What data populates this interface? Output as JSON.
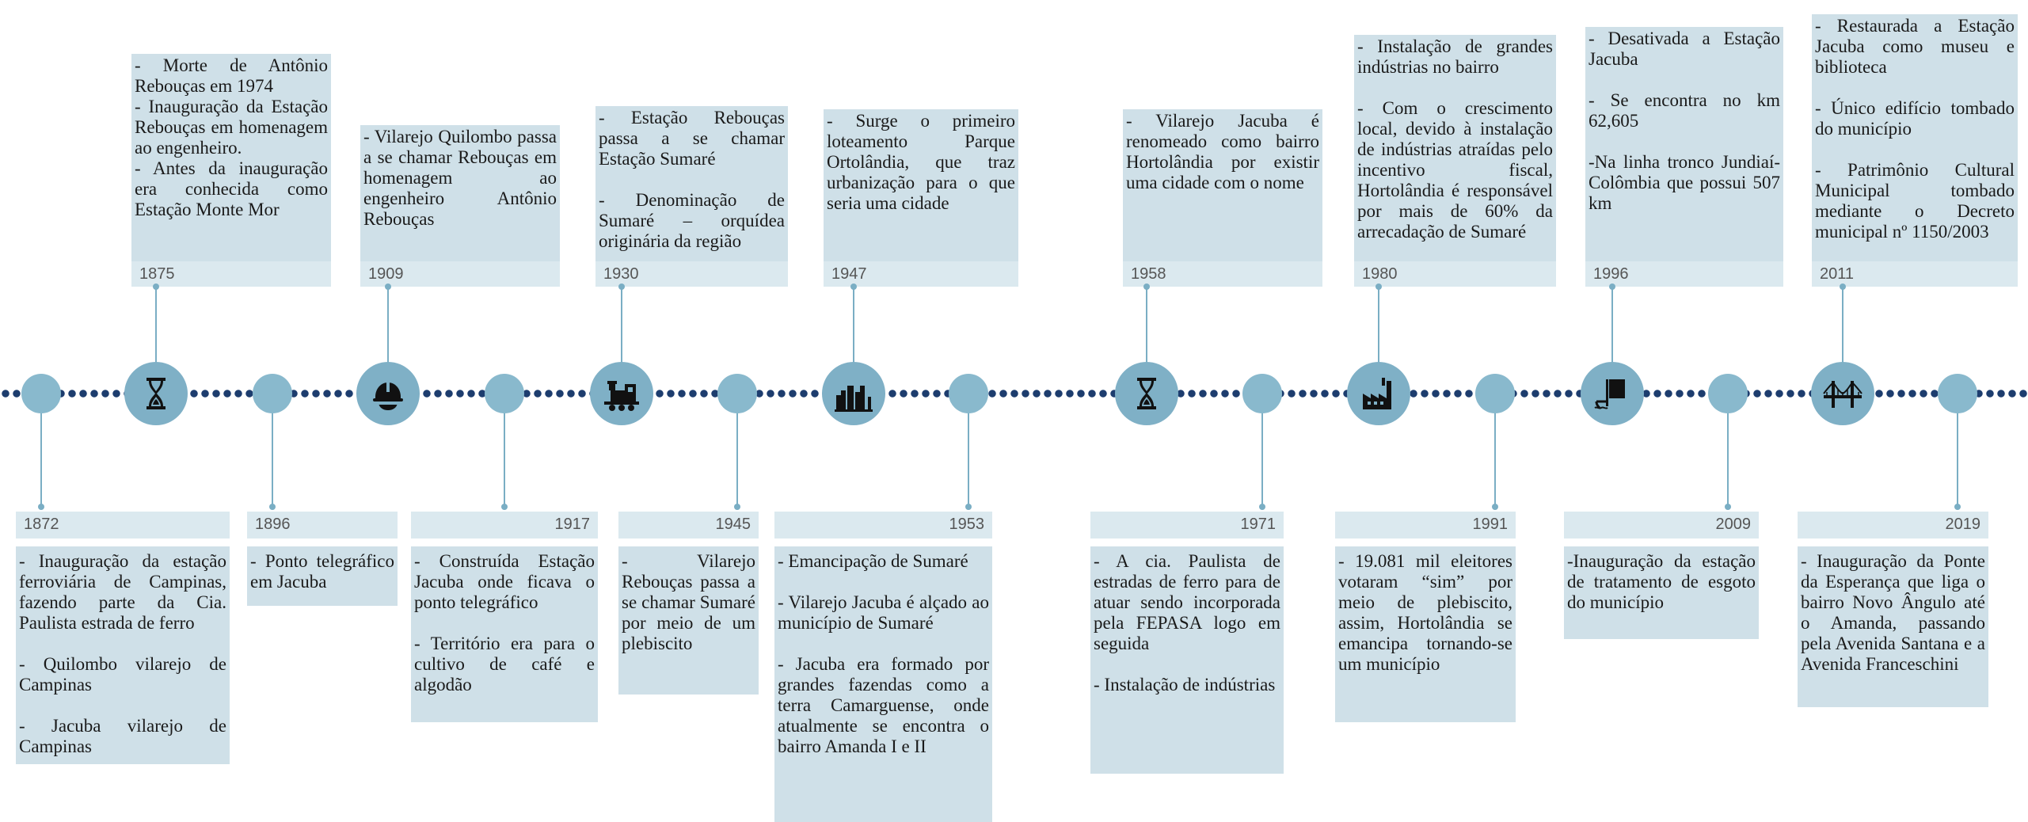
{
  "colors": {
    "card_fill": "#cfe0e8",
    "year_band_fill": "#dbe9ef",
    "circle_fill": "#7fb0c6",
    "connector": "#7aaec4",
    "timeline_dots": "#1d3d6e",
    "icon_color": "#111111"
  },
  "milestones": [
    {
      "id": "m1872",
      "year": "1872",
      "side": "below",
      "paragraphs": [
        "- Inauguração da estação ferroviária de Campinas, fazendo parte da Cia. Paulista estrada de ferro",
        "- Quilombo vilarejo de Campinas",
        "- Jacuba vilarejo de Campinas"
      ]
    },
    {
      "id": "m1875",
      "year": "1875",
      "side": "above",
      "icon": "hourglass-icon",
      "paragraphs": [
        "- Morte de Antônio Rebouças em 1974\n- Inauguração da Estação Rebouças em homenagem ao engenheiro.\n- Antes da inauguração era conhecida como Estação Monte Mor"
      ]
    },
    {
      "id": "m1896",
      "year": "1896",
      "side": "below",
      "paragraphs": [
        "- Ponto telegráfico em Jacuba"
      ]
    },
    {
      "id": "m1909",
      "year": "1909",
      "side": "above",
      "icon": "hard-hat-icon",
      "paragraphs": [
        "- Vilarejo Quilombo passa a se chamar Rebouças em homenagem ao engenheiro Antônio Rebouças"
      ]
    },
    {
      "id": "m1917",
      "year": "1917",
      "side": "below",
      "paragraphs": [
        "- Construída Estação Jacuba onde ficava o ponto telegráfico",
        "- Território era para o cultivo de café e algodão"
      ]
    },
    {
      "id": "m1930",
      "year": "1930",
      "side": "above",
      "icon": "train-icon",
      "paragraphs": [
        "- Estação Rebouças passa a se chamar Estação Sumaré",
        "- Denominação de Sumaré – orquídea originária da região"
      ]
    },
    {
      "id": "m1945",
      "year": "1945",
      "side": "below",
      "paragraphs": [
        "- Vilarejo Rebouças passa a se chamar Sumaré por meio de um plebiscito"
      ]
    },
    {
      "id": "m1947",
      "year": "1947",
      "side": "above",
      "icon": "city-skyline-icon",
      "paragraphs": [
        "- Surge o primeiro loteamento Parque Ortolândia, que traz urbanização para o que seria uma cidade"
      ]
    },
    {
      "id": "m1953",
      "year": "1953",
      "side": "below",
      "paragraphs": [
        "- Emancipação de Sumaré",
        "- Vilarejo Jacuba é alçado ao município de Sumaré",
        "- Jacuba era formado por grandes fazendas como a terra Camarguense, onde atualmente se encontra o bairro Amanda I e II"
      ]
    },
    {
      "id": "m1958",
      "year": "1958",
      "side": "above",
      "icon": "hourglass-icon",
      "paragraphs": [
        "- Vilarejo Jacuba é renomeado como bairro Hortolândia por existir uma cidade com o nome"
      ]
    },
    {
      "id": "m1971",
      "year": "1971",
      "side": "below",
      "paragraphs": [
        "- A cia. Paulista de estradas de ferro para de atuar sendo incorporada pela FEPASA logo em seguida",
        "- Instalação de indústrias"
      ]
    },
    {
      "id": "m1980",
      "year": "1980",
      "side": "above",
      "icon": "factory-icon",
      "paragraphs": [
        "- Instalação de grandes indústrias no bairro",
        "- Com o crescimento local, devido à instalação de indústrias atraídas pelo incentivo fiscal, Hortolândia é responsável por mais de 60% da arrecadação de Sumaré"
      ]
    },
    {
      "id": "m1991",
      "year": "1991",
      "side": "below",
      "paragraphs": [
        "- 19.081 mil eleitores votaram “sim” por meio de plebiscito, assim, Hortolândia se emancipa tornando-se um município"
      ]
    },
    {
      "id": "m1996",
      "year": "1996",
      "side": "above",
      "icon": "sewage-outflow-icon",
      "paragraphs": [
        "- Desativada a Estação Jacuba",
        "- Se encontra no km 62,605",
        "-Na linha tronco Jundiaí-Colômbia que possui 507 km"
      ]
    },
    {
      "id": "m2009",
      "year": "2009",
      "side": "below",
      "paragraphs": [
        "-Inauguração da estação de tratamento de esgoto do município"
      ]
    },
    {
      "id": "m2011",
      "year": "2011",
      "side": "above",
      "icon": "bridge-icon",
      "paragraphs": [
        "- Restaurada a Estação Jacuba como museu e biblioteca",
        "- Único edifício tombado do município",
        "- Patrimônio Cultural Municipal tombado mediante o Decreto municipal nº 1150/2003"
      ]
    },
    {
      "id": "m2019",
      "year": "2019",
      "side": "below",
      "paragraphs": [
        "- Inauguração da Ponte da Esperança que liga o bairro Novo Ângulo até o Amanda, passando pela Avenida Santana e a Avenida Franceschini"
      ]
    }
  ]
}
